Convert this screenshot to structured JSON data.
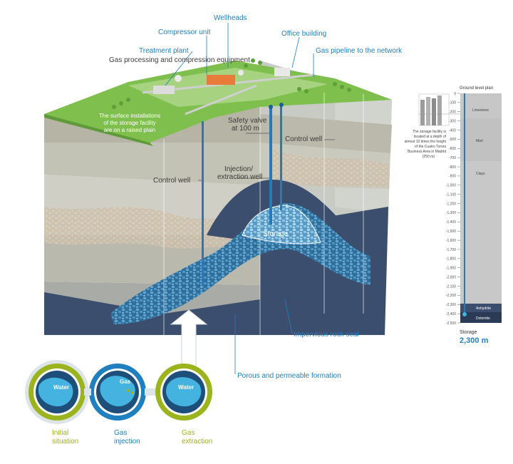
{
  "labels": {
    "wellheads": "Wellheads",
    "compressor_unit": "Compressor unit",
    "office_building": "Office building",
    "treatment_plant": "Treatment plant",
    "treatment_desc": "Gas processing and compression equipment",
    "gas_pipeline": "Gas pipeline to the network",
    "surface_note": [
      "The surface installations",
      "of the storage facility",
      "are on a raised plain"
    ],
    "safety_valve": [
      "Safety valve",
      "at 100 m"
    ],
    "control_well_left": "Control well",
    "control_well_right": "Control well",
    "injection_well": [
      "Injection/",
      "extraction well"
    ],
    "storage": "Storage",
    "impervious": "Impervious rock seal",
    "porous": "Porous and permeable formation"
  },
  "stages": [
    {
      "title": [
        "Initial",
        "situation"
      ],
      "circle_text": "Water"
    },
    {
      "title": [
        "Gas",
        "injection"
      ],
      "circle_text": "Gas"
    },
    {
      "title": [
        "Gas",
        "extraction"
      ],
      "circle_text": "Water"
    }
  ],
  "depth_scale": {
    "top_label": "Ground level plan",
    "ticks": [
      "0",
      "-100",
      "-200",
      "-300",
      "-400",
      "-500",
      "-600",
      "-700",
      "-800",
      "-900",
      "-1,000",
      "-1,100",
      "-1,200",
      "-1,300",
      "-1,400",
      "-1,500",
      "-1,600",
      "-1,700",
      "-1,800",
      "-1,900",
      "-2,000",
      "-2,100",
      "-2,200",
      "-2,300",
      "-2,400",
      "-2,500"
    ],
    "layers": [
      "Limestone",
      "Marl",
      "Clays",
      "Anhydrite",
      "Dolomite"
    ],
    "note": [
      "The storage facility is",
      "located at a depth of",
      "almost 10 times the height",
      "of the Cuatro Torres",
      "Business Area in Madrid",
      "(250 m)"
    ],
    "storage_label": "Storage",
    "storage_depth": "2,300 m"
  },
  "colors": {
    "accent_blue": "#1f7fbf",
    "accent_green": "#9bb41e",
    "grass": "#7fbf4e",
    "water": "#45b3e0",
    "deep_rock": "#3c4e6e"
  }
}
